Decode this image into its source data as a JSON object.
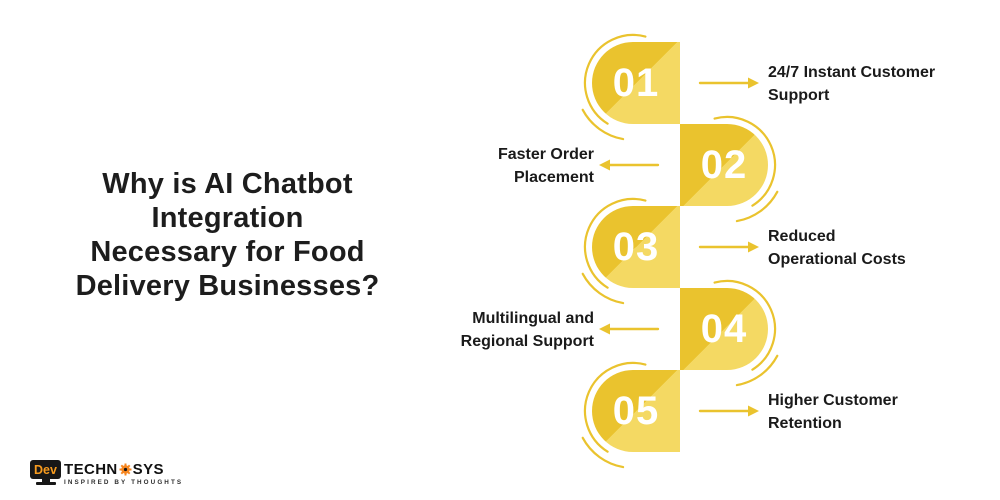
{
  "title": {
    "lines": [
      "Why is AI Chatbot",
      "Integration",
      "Necessary for Food",
      "Delivery Businesses?"
    ]
  },
  "steps": [
    {
      "number": "01",
      "label": "24/7 Instant Customer\nSupport",
      "side": "right"
    },
    {
      "number": "02",
      "label": "Faster Order\nPlacement",
      "side": "left"
    },
    {
      "number": "03",
      "label": "Reduced\nOperational Costs",
      "side": "right"
    },
    {
      "number": "04",
      "label": "Multilingual and\nRegional Support",
      "side": "left"
    },
    {
      "number": "05",
      "label": "Higher Customer\nRetention",
      "side": "right"
    }
  ],
  "logo": {
    "monitor_text": "Dev",
    "brand_left": "TECHN",
    "brand_right": "SYS",
    "tagline": "INSPIRED BY THOUGHTS"
  },
  "colors": {
    "gold": "#EAC32E",
    "gold_light": "#F4D963",
    "text": "#1D1D1D",
    "logo_orange": "#F6861F"
  }
}
